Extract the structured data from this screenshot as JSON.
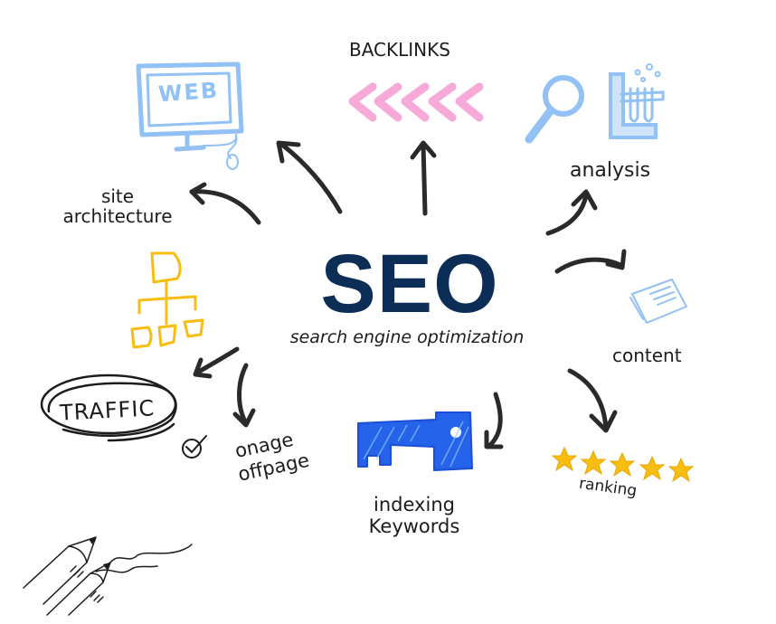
{
  "title": "SEO",
  "subtitle": "search engine optimization",
  "colors": {
    "title": "#0c2d56",
    "ink": "#1c1c1c",
    "light_blue": "#92c1f5",
    "pink": "#f7a9d8",
    "yellow": "#f7bd0f",
    "blue": "#2563eb"
  },
  "nodes": [
    {
      "id": "web",
      "label": "WEB",
      "icon": "monitor-icon"
    },
    {
      "id": "backlinks",
      "label": "BACKLINKS",
      "icon": "chevrons-left-icon"
    },
    {
      "id": "analysis",
      "label": "analysis",
      "icon": "magnifier-test-tubes-icon"
    },
    {
      "id": "site_architecture",
      "label_line1": "site",
      "label_line2": "architecture",
      "icon": "sitemap-icon"
    },
    {
      "id": "content",
      "label": "content",
      "icon": "documents-icon"
    },
    {
      "id": "traffic",
      "label": "TRAFFIC",
      "icon": "check-circle-icon"
    },
    {
      "id": "onpage_offpage",
      "label_line1": "onage",
      "label_line2": "offpage"
    },
    {
      "id": "indexing_keywords",
      "label_line1": "indexing",
      "label_line2": "Keywords",
      "icon": "key-icon"
    },
    {
      "id": "ranking",
      "label": "ranking",
      "icon": "five-stars-icon",
      "stars": 5
    }
  ]
}
